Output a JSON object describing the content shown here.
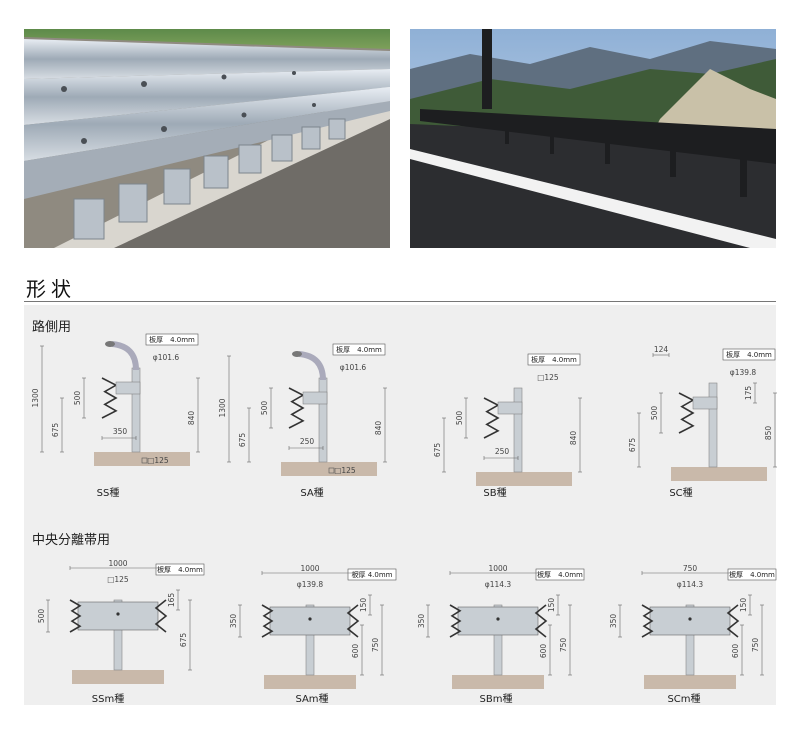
{
  "section_title": "形状",
  "groups": {
    "roadside": "路側用",
    "median": "中央分離帯用"
  },
  "colors": {
    "panel_bg": "#efefef",
    "ground": "#c9b9aa",
    "steel": "#c8ced3",
    "dim_line": "#666666"
  },
  "diagrams": [
    {
      "id": "SS",
      "label": "SS種",
      "thickness": "板厚　4.0mm",
      "post": "φ101.6",
      "height_total": "1300",
      "height_rail": "500",
      "height_mid": "675",
      "height_post": "840",
      "offset": "350",
      "bottom_tag": "□125"
    },
    {
      "id": "SA",
      "label": "SA種",
      "thickness": "板厚　4.0mm",
      "post": "φ101.6",
      "height_total": "1300",
      "height_rail": "500",
      "height_mid": "675",
      "height_post": "840",
      "offset": "250",
      "bottom_tag": "□125"
    },
    {
      "id": "SB",
      "label": "SB種",
      "thickness": "板厚　4.0mm",
      "post": "□125",
      "height_rail": "500",
      "height_mid": "675",
      "height_post": "840",
      "offset": "250"
    },
    {
      "id": "SC",
      "label": "SC種",
      "thickness": "板厚　4.0mm",
      "post": "φ139.8",
      "top_offset": "124",
      "height_rail": "500",
      "height_mid": "675",
      "height_post": "850",
      "height_top": "175"
    },
    {
      "id": "SSm",
      "label": "SSm種",
      "thickness": "板厚　4.0mm",
      "width": "1000",
      "post": "□125",
      "height_rail": "500",
      "height_top": "165",
      "height_post": "675"
    },
    {
      "id": "SAm",
      "label": "SAm種",
      "thickness": "板厚 4.0mm",
      "width": "1000",
      "post": "φ139.8",
      "height_rail": "350",
      "height_top": "150",
      "height_mid": "600",
      "height_post": "750"
    },
    {
      "id": "SBm",
      "label": "SBm種",
      "thickness": "板厚　4.0mm",
      "width": "1000",
      "post": "φ114.3",
      "height_rail": "350",
      "height_top": "150",
      "height_mid": "600",
      "height_post": "750"
    },
    {
      "id": "SCm",
      "label": "SCm種",
      "thickness": "板厚　4.0mm",
      "width": "750",
      "post": "φ114.3",
      "height_rail": "350",
      "height_top": "150",
      "height_mid": "600",
      "height_post": "750"
    }
  ]
}
